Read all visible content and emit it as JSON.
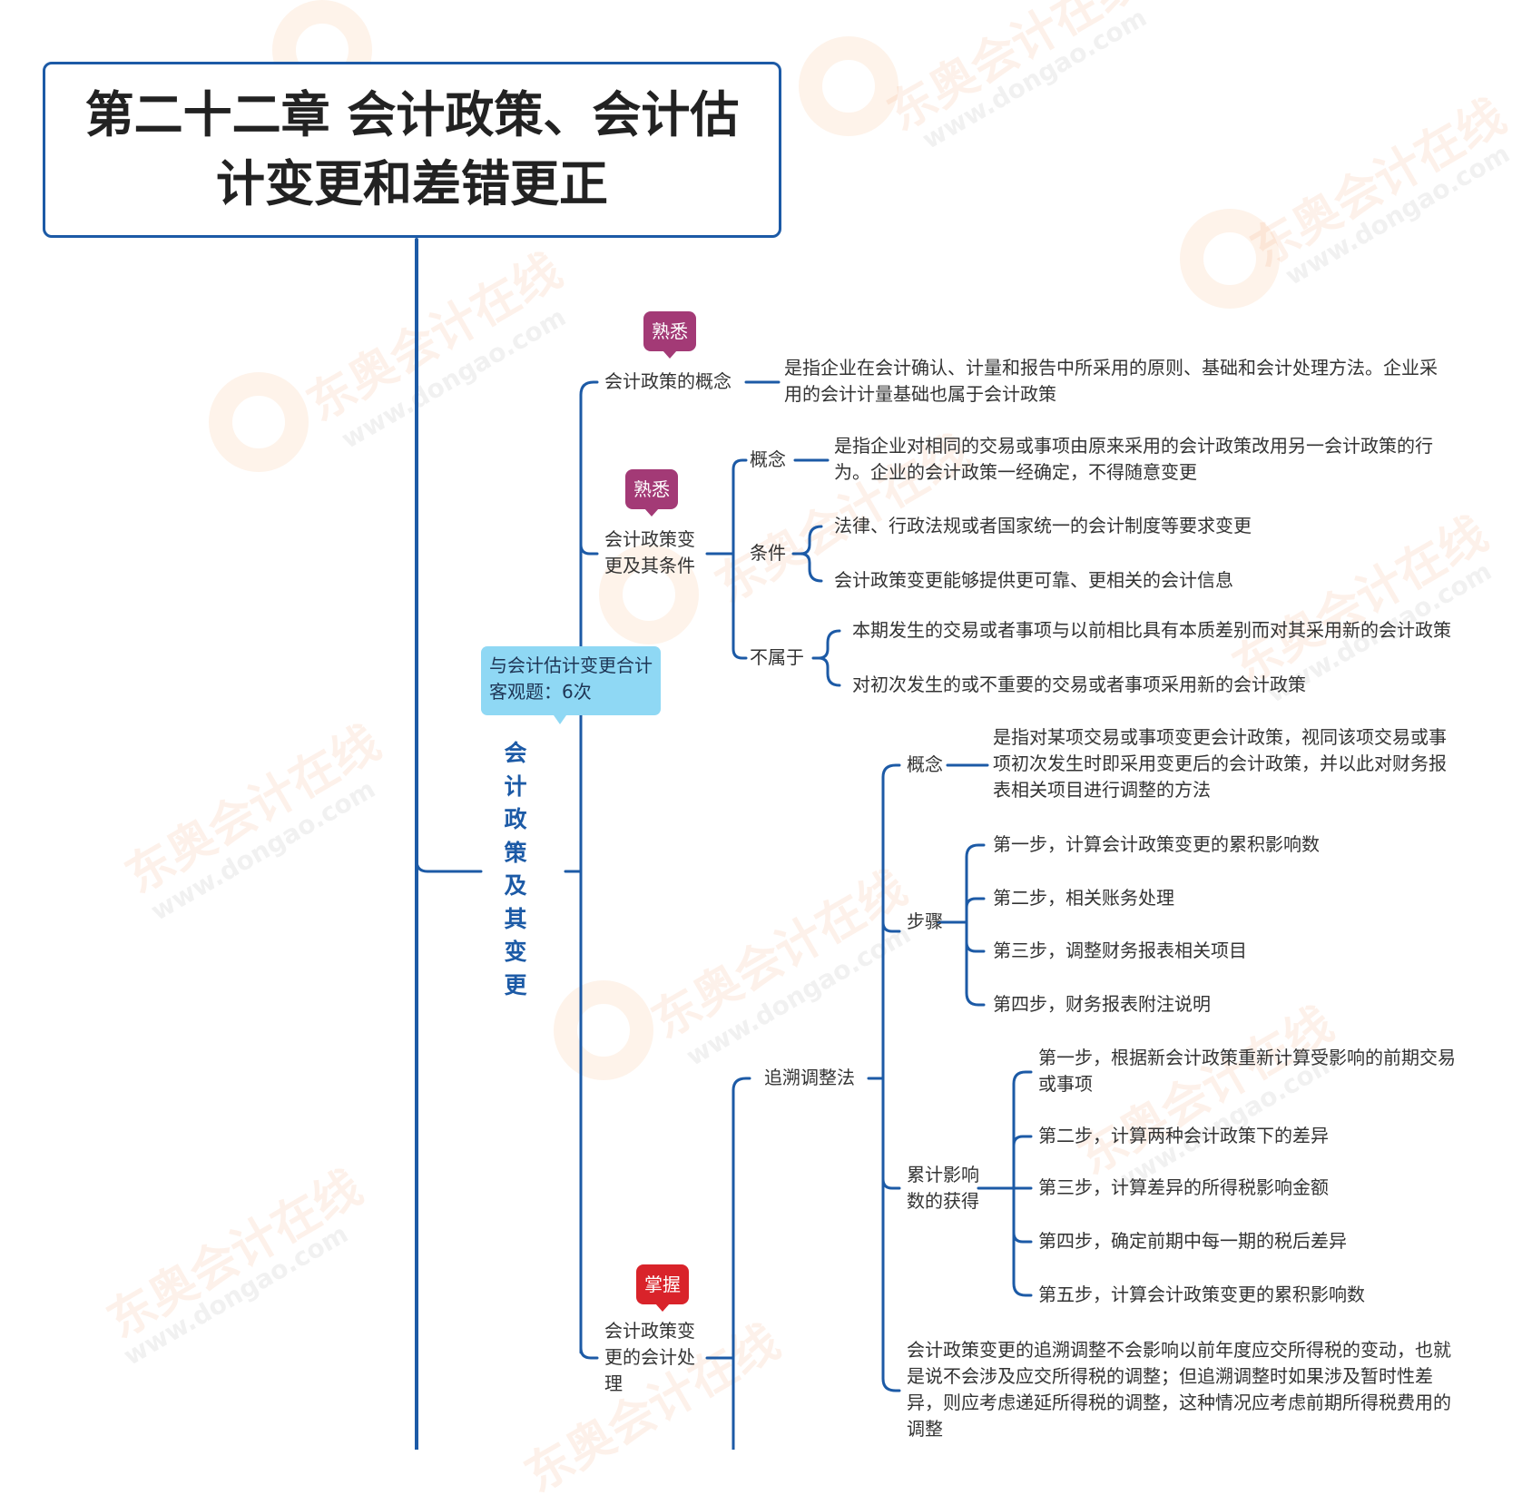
{
  "title": "第二十二章 会计政策、会计估计变更和差错更正",
  "branch_label": "会计政策及其变更",
  "callout": {
    "line1": "与会计估计变更合计",
    "line2": "客观题：6次"
  },
  "badges": {
    "familiar": "熟悉",
    "master": "掌握"
  },
  "nodes": {
    "policy_concept": "会计政策的概念",
    "policy_concept_desc": "是指企业在会计确认、计量和报告中所采用的原则、基础和会计处理方法。企业采用的会计计量基础也属于会计政策",
    "change_conditions": "会计政策变更及其条件",
    "change_concept": "概念",
    "change_concept_desc": "是指企业对相同的交易或事项由原来采用的会计政策改用另一会计政策的行为。企业的会计政策一经确定，不得随意变更",
    "conditions": "条件",
    "condition_1": "法律、行政法规或者国家统一的会计制度等要求变更",
    "condition_2": "会计政策变更能够提供更可靠、更相关的会计信息",
    "not_belong": "不属于",
    "not_belong_1": "本期发生的交易或者事项与以前相比具有本质差别而对其采用新的会计政策",
    "not_belong_2": "对初次发生的或不重要的交易或者事项采用新的会计政策",
    "accounting_treatment": "会计政策变更的会计处理",
    "retrospective": "追溯调整法",
    "retro_concept": "概念",
    "retro_concept_desc": "是指对某项交易或事项变更会计政策，视同该项交易或事项初次发生时即采用变更后的会计政策，并以此对财务报表相关项目进行调整的方法",
    "steps": "步骤",
    "step_1": "第一步，计算会计政策变更的累积影响数",
    "step_2": "第二步，相关账务处理",
    "step_3": "第三步，调整财务报表相关项目",
    "step_4": "第四步，财务报表附注说明",
    "cumulative": "累计影响数的获得",
    "cum_1": "第一步，根据新会计政策重新计算受影响的前期交易或事项",
    "cum_2": "第二步，计算两种会计政策下的差异",
    "cum_3": "第三步，计算差异的所得税影响金额",
    "cum_4": "第四步，确定前期中每一期的税后差异",
    "cum_5": "第五步，计算会计政策变更的累积影响数",
    "tax_note": "会计政策变更的追溯调整不会影响以前年度应交所得税的变动，也就是说不会涉及应交所得税的调整；但追溯调整时如果涉及暂时性差异，则应考虑递延所得税的调整，这种情况应考虑前期所得税费用的调整"
  },
  "watermark": {
    "cn": "东奥会计在线",
    "url": "www.dongao.com"
  },
  "colors": {
    "line": "#1c5aa6",
    "badge_familiar": "#a33a76",
    "badge_master": "#d9232a",
    "callout": "#8fd8f4"
  }
}
